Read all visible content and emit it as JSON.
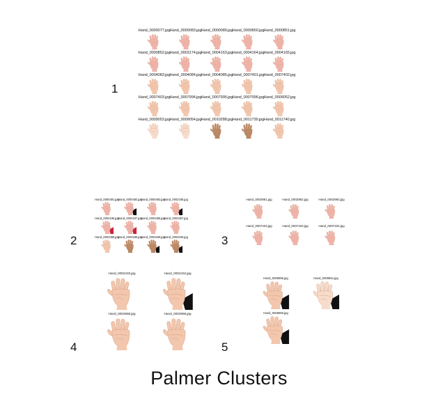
{
  "title": "Palmer Clusters",
  "colors": {
    "skin": "#f2c7ad",
    "skin_light": "#f7dccb",
    "skin_shadow": "#d9a68a",
    "skin_pink": "#f0b3aa",
    "skin_dark": "#b98763",
    "sleeve_black": "#111111",
    "sleeve_red": "#c8263d"
  },
  "clusters": [
    {
      "label": "1",
      "items": [
        {
          "name": "Hand_0000077.jpg",
          "tone": "skin_pink"
        },
        {
          "name": "Hand_0000083.jpg",
          "tone": "skin_pink"
        },
        {
          "name": "Hand_0000089.jpg",
          "tone": "skin_pink"
        },
        {
          "name": "Hand_0000850.jpg",
          "tone": "skin_pink"
        },
        {
          "name": "Hand_0000851.jpg",
          "tone": "skin_pink"
        },
        {
          "name": "Hand_0000852.jpg",
          "tone": "skin_pink"
        },
        {
          "name": "Hand_0003174.jpg",
          "tone": "skin_pink"
        },
        {
          "name": "Hand_0004163.jpg",
          "tone": "skin_pink"
        },
        {
          "name": "Hand_0004164.jpg",
          "tone": "skin_pink"
        },
        {
          "name": "Hand_0004165.jpg",
          "tone": "skin_pink"
        },
        {
          "name": "Hand_0004083.jpg",
          "tone": "skin"
        },
        {
          "name": "Hand_0004084.jpg",
          "tone": "skin"
        },
        {
          "name": "Hand_0004085.jpg",
          "tone": "skin"
        },
        {
          "name": "Hand_0007401.jpg",
          "tone": "skin"
        },
        {
          "name": "Hand_0007402.jpg",
          "tone": "skin"
        },
        {
          "name": "Hand_0007403.jpg",
          "tone": "skin"
        },
        {
          "name": "Hand_0007994.jpg",
          "tone": "skin"
        },
        {
          "name": "Hand_0007995.jpg",
          "tone": "skin"
        },
        {
          "name": "Hand_0007996.jpg",
          "tone": "skin"
        },
        {
          "name": "Hand_0009052.jpg",
          "tone": "skin"
        },
        {
          "name": "Hand_0009053.jpg",
          "tone": "skin_light"
        },
        {
          "name": "Hand_0009054.jpg",
          "tone": "skin_light"
        },
        {
          "name": "Hand_0010288.jpg",
          "tone": "skin_dark"
        },
        {
          "name": "Hand_0011739.jpg",
          "tone": "skin_dark"
        },
        {
          "name": "Hand_0011740.jpg",
          "tone": "skin"
        }
      ]
    },
    {
      "label": "2",
      "items": [
        {
          "name": "Hand_0000491.jpg",
          "tone": "skin_pink"
        },
        {
          "name": "Hand_0000492.jpg",
          "tone": "skin_pink",
          "sleeve": "sleeve_black"
        },
        {
          "name": "Hand_0000493.jpg",
          "tone": "skin_pink"
        },
        {
          "name": "Hand_0002195.jpg",
          "tone": "skin_pink",
          "sleeve": "sleeve_black"
        },
        {
          "name": "Hand_0002196.jpg",
          "tone": "skin_pink",
          "sleeve": "sleeve_red"
        },
        {
          "name": "Hand_0002197.jpg",
          "tone": "skin_pink",
          "sleeve": "sleeve_red"
        },
        {
          "name": "Hand_0003456.jpg",
          "tone": "skin_pink"
        },
        {
          "name": "Hand_0003457.jpg",
          "tone": "skin_pink"
        },
        {
          "name": "Hand_0003458.jpg",
          "tone": "skin"
        },
        {
          "name": "Hand_0003188.jpg",
          "tone": "skin_dark"
        },
        {
          "name": "Hand_0003189.jpg",
          "tone": "skin_dark",
          "sleeve": "sleeve_black"
        },
        {
          "name": "Hand_0003190.jpg",
          "tone": "skin_dark",
          "sleeve": "sleeve_black"
        }
      ]
    },
    {
      "label": "3",
      "items": [
        {
          "name": "Hand_0002981.jpg",
          "tone": "skin_pink"
        },
        {
          "name": "Hand_0002982.jpg",
          "tone": "skin_pink"
        },
        {
          "name": "Hand_0002983.jpg",
          "tone": "skin_pink"
        },
        {
          "name": "Hand_0007433.jpg",
          "tone": "skin_pink"
        },
        {
          "name": "Hand_0007433.jpg",
          "tone": "skin_pink"
        },
        {
          "name": "Hand_0007434.jpg",
          "tone": "skin_pink"
        }
      ]
    },
    {
      "label": "4",
      "items": [
        {
          "name": "Hand_0002433.jpg",
          "tone": "skin"
        },
        {
          "name": "Hand_0002434.jpg",
          "tone": "skin",
          "sleeve": "sleeve_black"
        },
        {
          "name": "Hand_0002968.jpg",
          "tone": "skin"
        },
        {
          "name": "Hand_0002969.jpg",
          "tone": "skin"
        }
      ]
    },
    {
      "label": "5",
      "items": [
        {
          "name": "Hand_0006956.jpg",
          "tone": "skin",
          "sleeve": "sleeve_black"
        },
        {
          "name": "Hand_0009951.jpg",
          "tone": "skin_light",
          "sleeve": "sleeve_black"
        },
        {
          "name": "Hand_0006960.jpg",
          "tone": "skin",
          "sleeve": "sleeve_black"
        }
      ]
    }
  ]
}
